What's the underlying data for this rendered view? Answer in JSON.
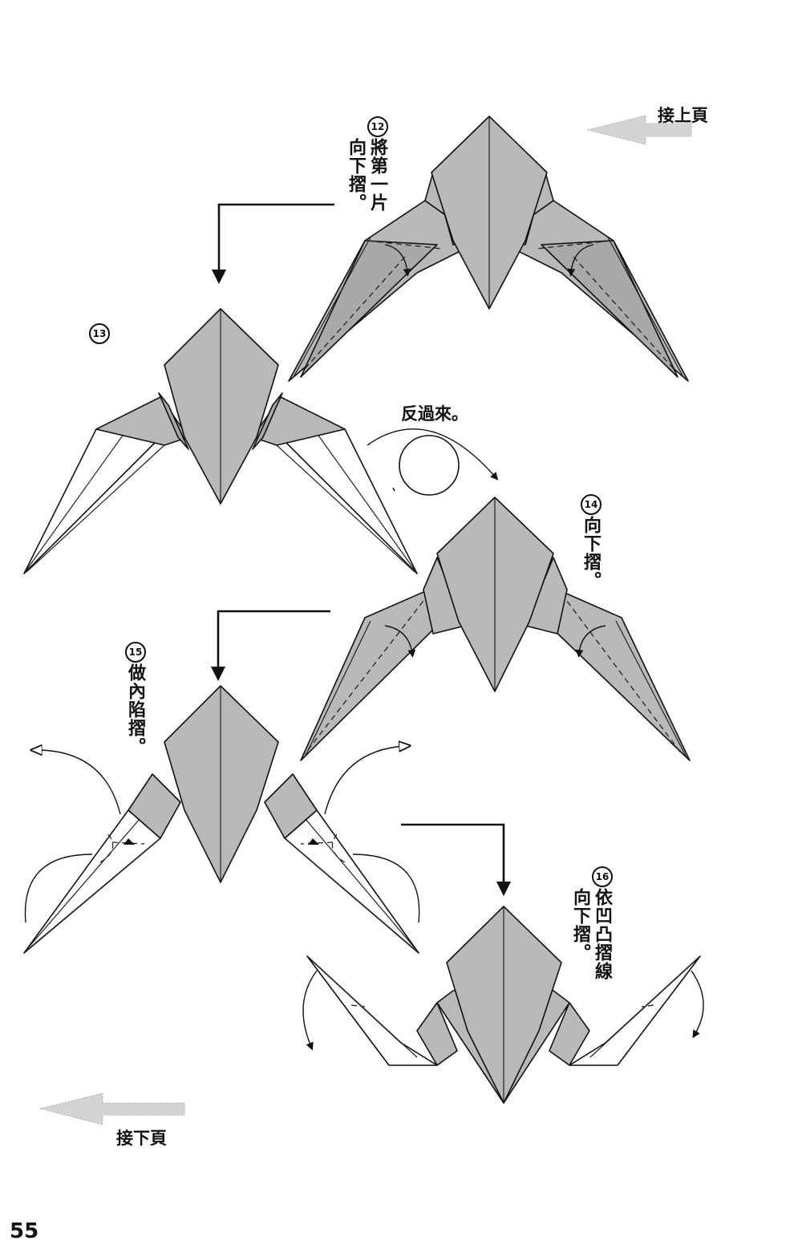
{
  "page": {
    "number": "55",
    "continue_from": "接上頁",
    "continue_to": "接下頁"
  },
  "steps": [
    {
      "num": "12",
      "col1": "將第一片",
      "col2": "向下摺。"
    },
    {
      "num": "13"
    },
    {
      "num": "14",
      "col1": "向下摺。"
    },
    {
      "num": "15",
      "col1": "做內陷摺。"
    },
    {
      "num": "16",
      "col1": "依凹凸摺線",
      "col2": "向下摺。"
    }
  ],
  "notes": {
    "turn_over": "反過來。"
  },
  "colors": {
    "paper_gray": "#b9b9b9",
    "paper_white": "#ffffff",
    "line": "#111111",
    "page_arrow": "#cfcfcf"
  },
  "icons": [
    "right-to-left-hollow-arrow-icon",
    "flip-over-circle-icon",
    "fold-direction-arrow-icon"
  ]
}
